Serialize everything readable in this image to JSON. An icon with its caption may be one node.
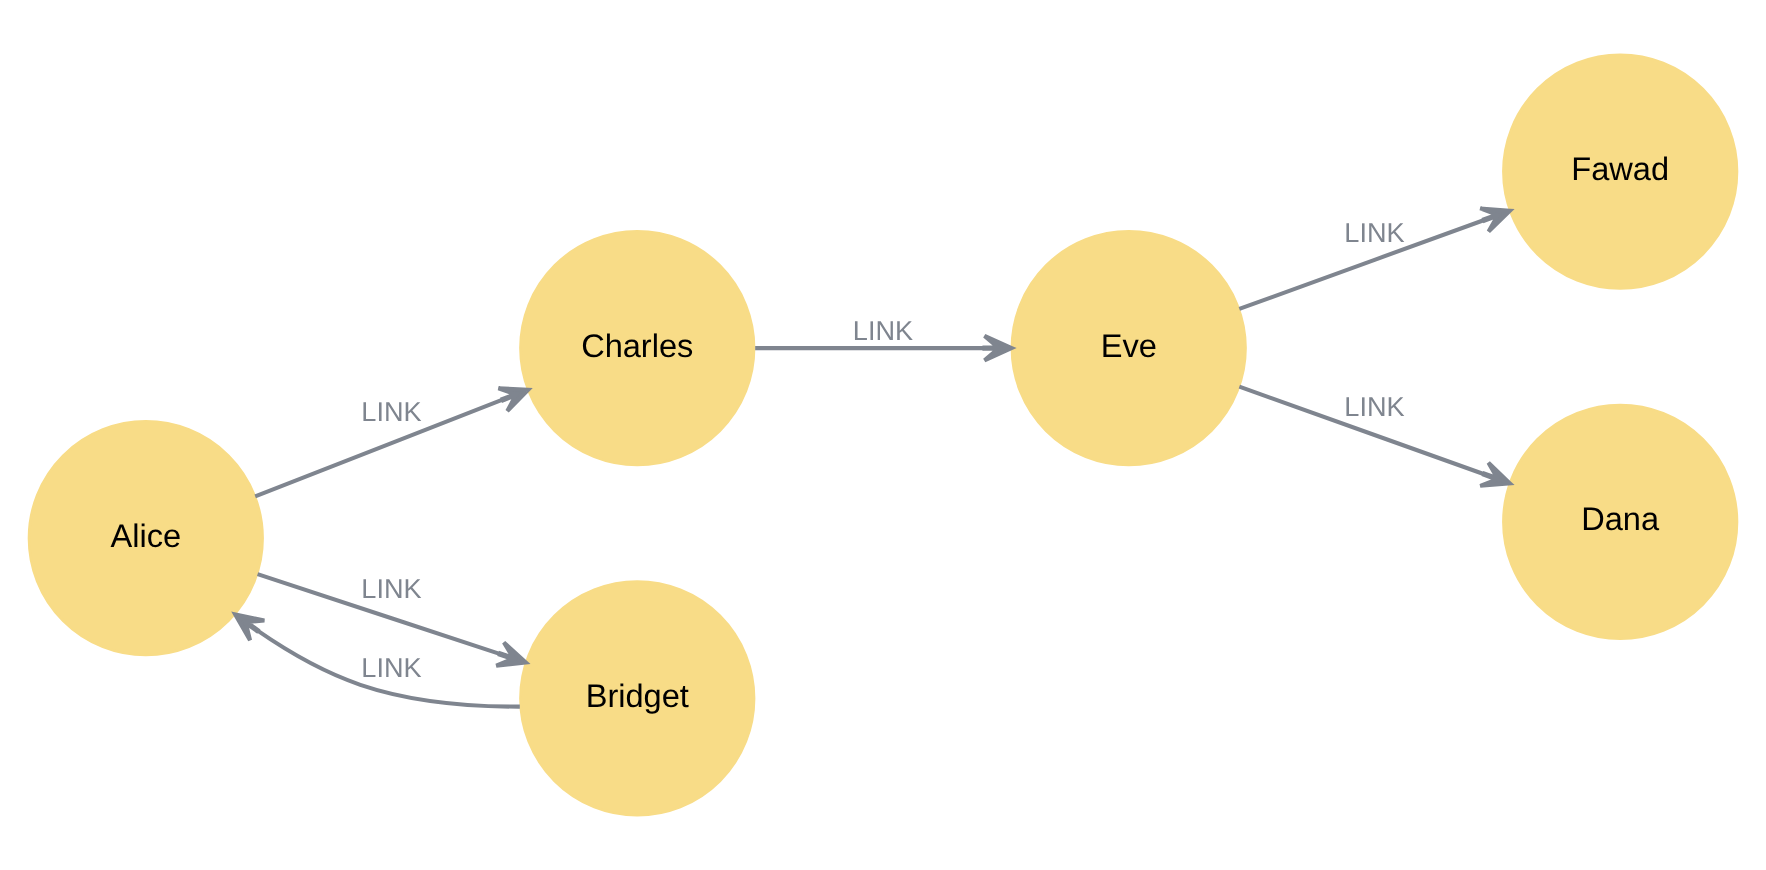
{
  "diagram": {
    "nodes": [
      {
        "text": [
          "Charles"
        ]
      },
      {
        "text": [
          "Eve"
        ]
      },
      {
        "text": [
          "Fawad"
        ]
      },
      {
        "text": [
          "Alice"
        ]
      },
      {
        "text": [
          "Bridget"
        ]
      },
      {
        "text": [
          "Dana"
        ]
      }
    ],
    "edges": [
      {
        "from": 3,
        "to": 0,
        "arrow": "to",
        "label": "LINK"
      },
      {
        "from": 0,
        "to": 1,
        "arrow": "to",
        "label": "LINK"
      },
      {
        "from": 1,
        "to": 2,
        "arrow": "to",
        "label": "LINK"
      },
      {
        "from": 1,
        "to": 5,
        "arrow": "to",
        "label": "LINK"
      },
      {
        "from": 3,
        "to": 4,
        "arrow": "to",
        "label": "LINK"
      },
      {
        "from": 4,
        "to": 3,
        "arrow": "to",
        "label": "LINK"
      }
    ]
  }
}
